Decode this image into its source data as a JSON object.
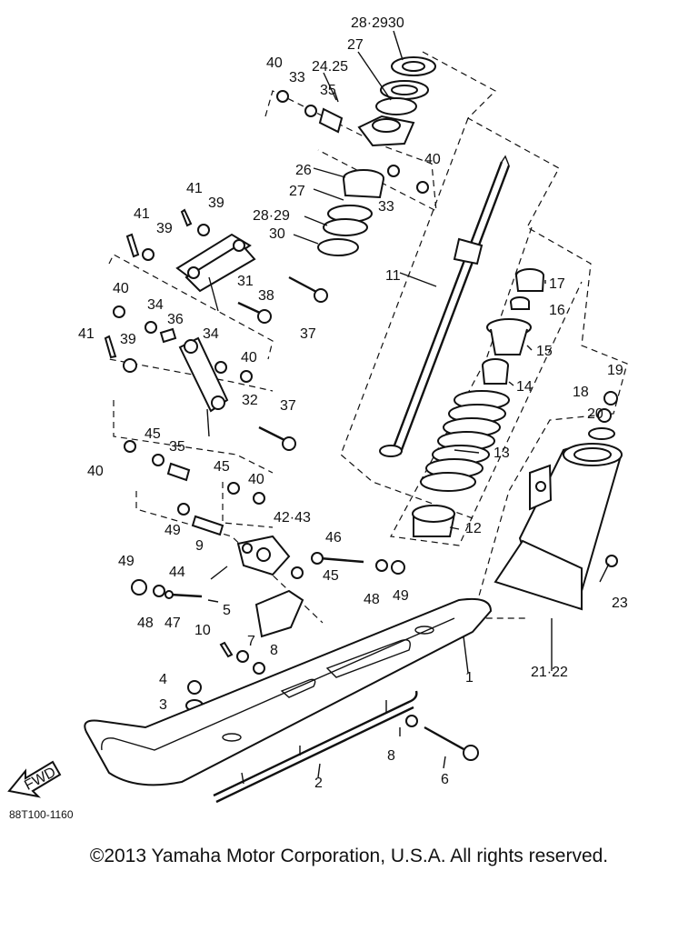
{
  "diagram": {
    "code": "88T100-1160",
    "fwd_label": "FWD",
    "labels": {
      "l1": "1",
      "l2": "2",
      "l3": "3",
      "l4": "4",
      "l5": "5",
      "l6": "6",
      "l7": "7",
      "l8a": "8",
      "l8b": "8",
      "l9": "9",
      "l10": "10",
      "l11": "11",
      "l12": "12",
      "l13": "13",
      "l14": "14",
      "l15": "15",
      "l16": "16",
      "l17": "17",
      "l18": "18",
      "l19": "19",
      "l20": "20",
      "l21": "21·22",
      "l23": "23",
      "l24": "24.25",
      "l26": "26",
      "l27a": "27",
      "l27b": "27",
      "l28a": "28·2930",
      "l28b": "28·29",
      "l30": "30",
      "l31": "31",
      "l32": "32",
      "l33a": "33",
      "l33b": "33",
      "l34a": "34",
      "l34b": "34",
      "l35a": "35",
      "l35b": "35",
      "l36": "36",
      "l37a": "37",
      "l37b": "37",
      "l38": "38",
      "l39a": "39",
      "l39b": "39",
      "l39c": "39",
      "l40a": "40",
      "l40b": "40",
      "l40c": "40",
      "l40d": "40",
      "l40e": "40",
      "l40f": "40",
      "l41a": "41",
      "l41b": "41",
      "l41c": "41",
      "l42": "42·43",
      "l44": "44",
      "l45a": "45",
      "l45b": "45",
      "l45c": "45",
      "l46": "46",
      "l47": "47",
      "l48a": "48",
      "l48b": "48",
      "l49a": "49",
      "l49b": "49",
      "l49c": "49"
    }
  },
  "footer": {
    "copyright": "©2013 Yamaha Motor Corporation, U.S.A. All rights reserved."
  }
}
